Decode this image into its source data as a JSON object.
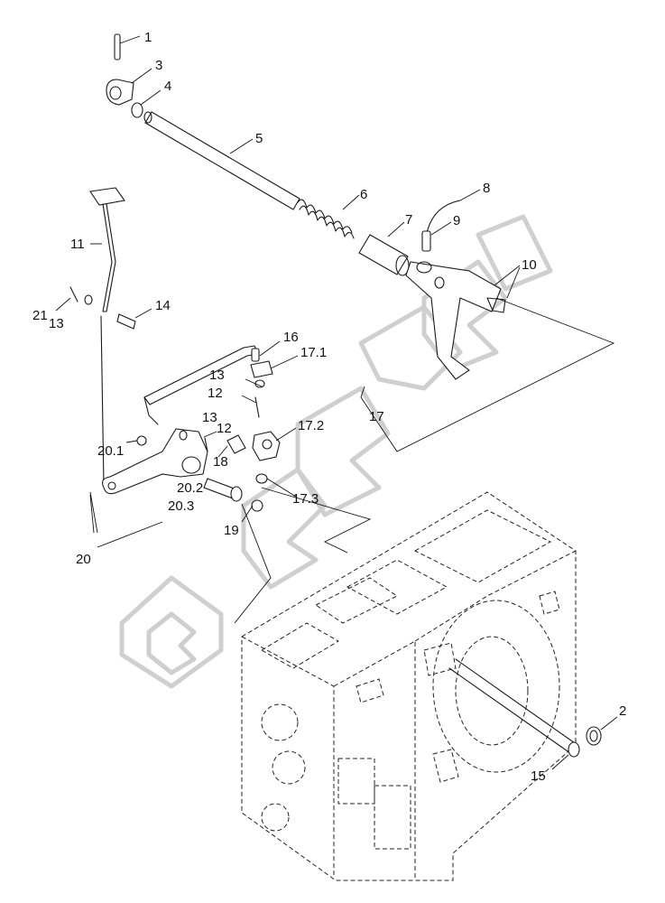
{
  "callouts": [
    {
      "id": "c1",
      "text": "1"
    },
    {
      "id": "c3",
      "text": "3"
    },
    {
      "id": "c4",
      "text": "4"
    },
    {
      "id": "c5",
      "text": "5"
    },
    {
      "id": "c6",
      "text": "6"
    },
    {
      "id": "c7",
      "text": "7"
    },
    {
      "id": "c8",
      "text": "8"
    },
    {
      "id": "c9",
      "text": "9"
    },
    {
      "id": "c10",
      "text": "10"
    },
    {
      "id": "c11",
      "text": "11"
    },
    {
      "id": "c21",
      "text": "21"
    },
    {
      "id": "c13a",
      "text": "13"
    },
    {
      "id": "c14",
      "text": "14"
    },
    {
      "id": "c16",
      "text": "16"
    },
    {
      "id": "c171",
      "text": "17.1"
    },
    {
      "id": "c13b",
      "text": "13"
    },
    {
      "id": "c12a",
      "text": "12"
    },
    {
      "id": "c17",
      "text": "17"
    },
    {
      "id": "c13c",
      "text": "13"
    },
    {
      "id": "c12b",
      "text": "12"
    },
    {
      "id": "c172",
      "text": "17.2"
    },
    {
      "id": "c201",
      "text": "20.1"
    },
    {
      "id": "c18",
      "text": "18"
    },
    {
      "id": "c202",
      "text": "20.2"
    },
    {
      "id": "c203",
      "text": "20.3"
    },
    {
      "id": "c173",
      "text": "17.3"
    },
    {
      "id": "c19",
      "text": "19"
    },
    {
      "id": "c20",
      "text": "20"
    },
    {
      "id": "c2",
      "text": "2"
    },
    {
      "id": "c15",
      "text": "15"
    }
  ]
}
